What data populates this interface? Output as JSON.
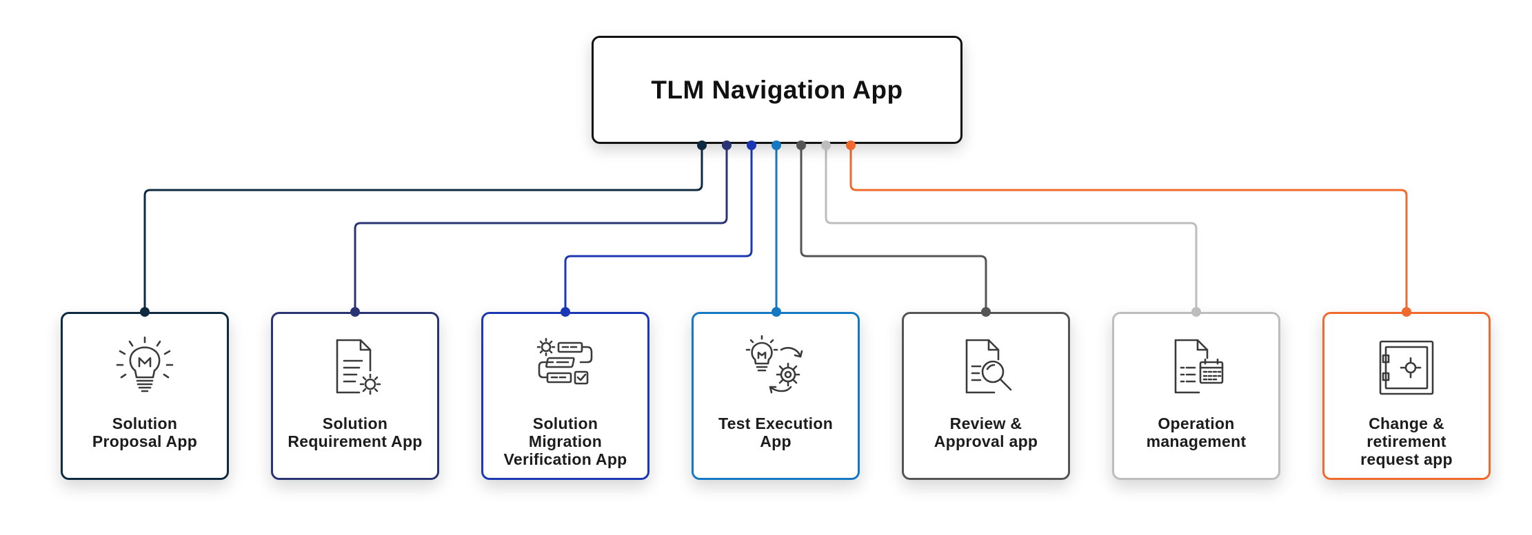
{
  "root": {
    "title": "TLM Navigation App"
  },
  "apps": [
    {
      "label": "Solution\nProposal App",
      "color": "#0e2a40",
      "icon": "lightbulb-icon"
    },
    {
      "label": "Solution\nRequirement App",
      "color": "#2a3473",
      "icon": "document-gear-icon"
    },
    {
      "label": "Solution\nMigration\nVerification App",
      "color": "#1b37b4",
      "icon": "workflow-icon"
    },
    {
      "label": "Test Execution\nApp",
      "color": "#1578c2",
      "icon": "idea-cycle-gear-icon"
    },
    {
      "label": "Review &\nApproval app",
      "color": "#555555",
      "icon": "document-search-icon"
    },
    {
      "label": "Operation\nmanagement",
      "color": "#bdbdbd",
      "icon": "document-calendar-icon"
    },
    {
      "label": "Change &\nretirement\nrequest app",
      "color": "#ef6a2c",
      "icon": "safe-icon"
    }
  ]
}
